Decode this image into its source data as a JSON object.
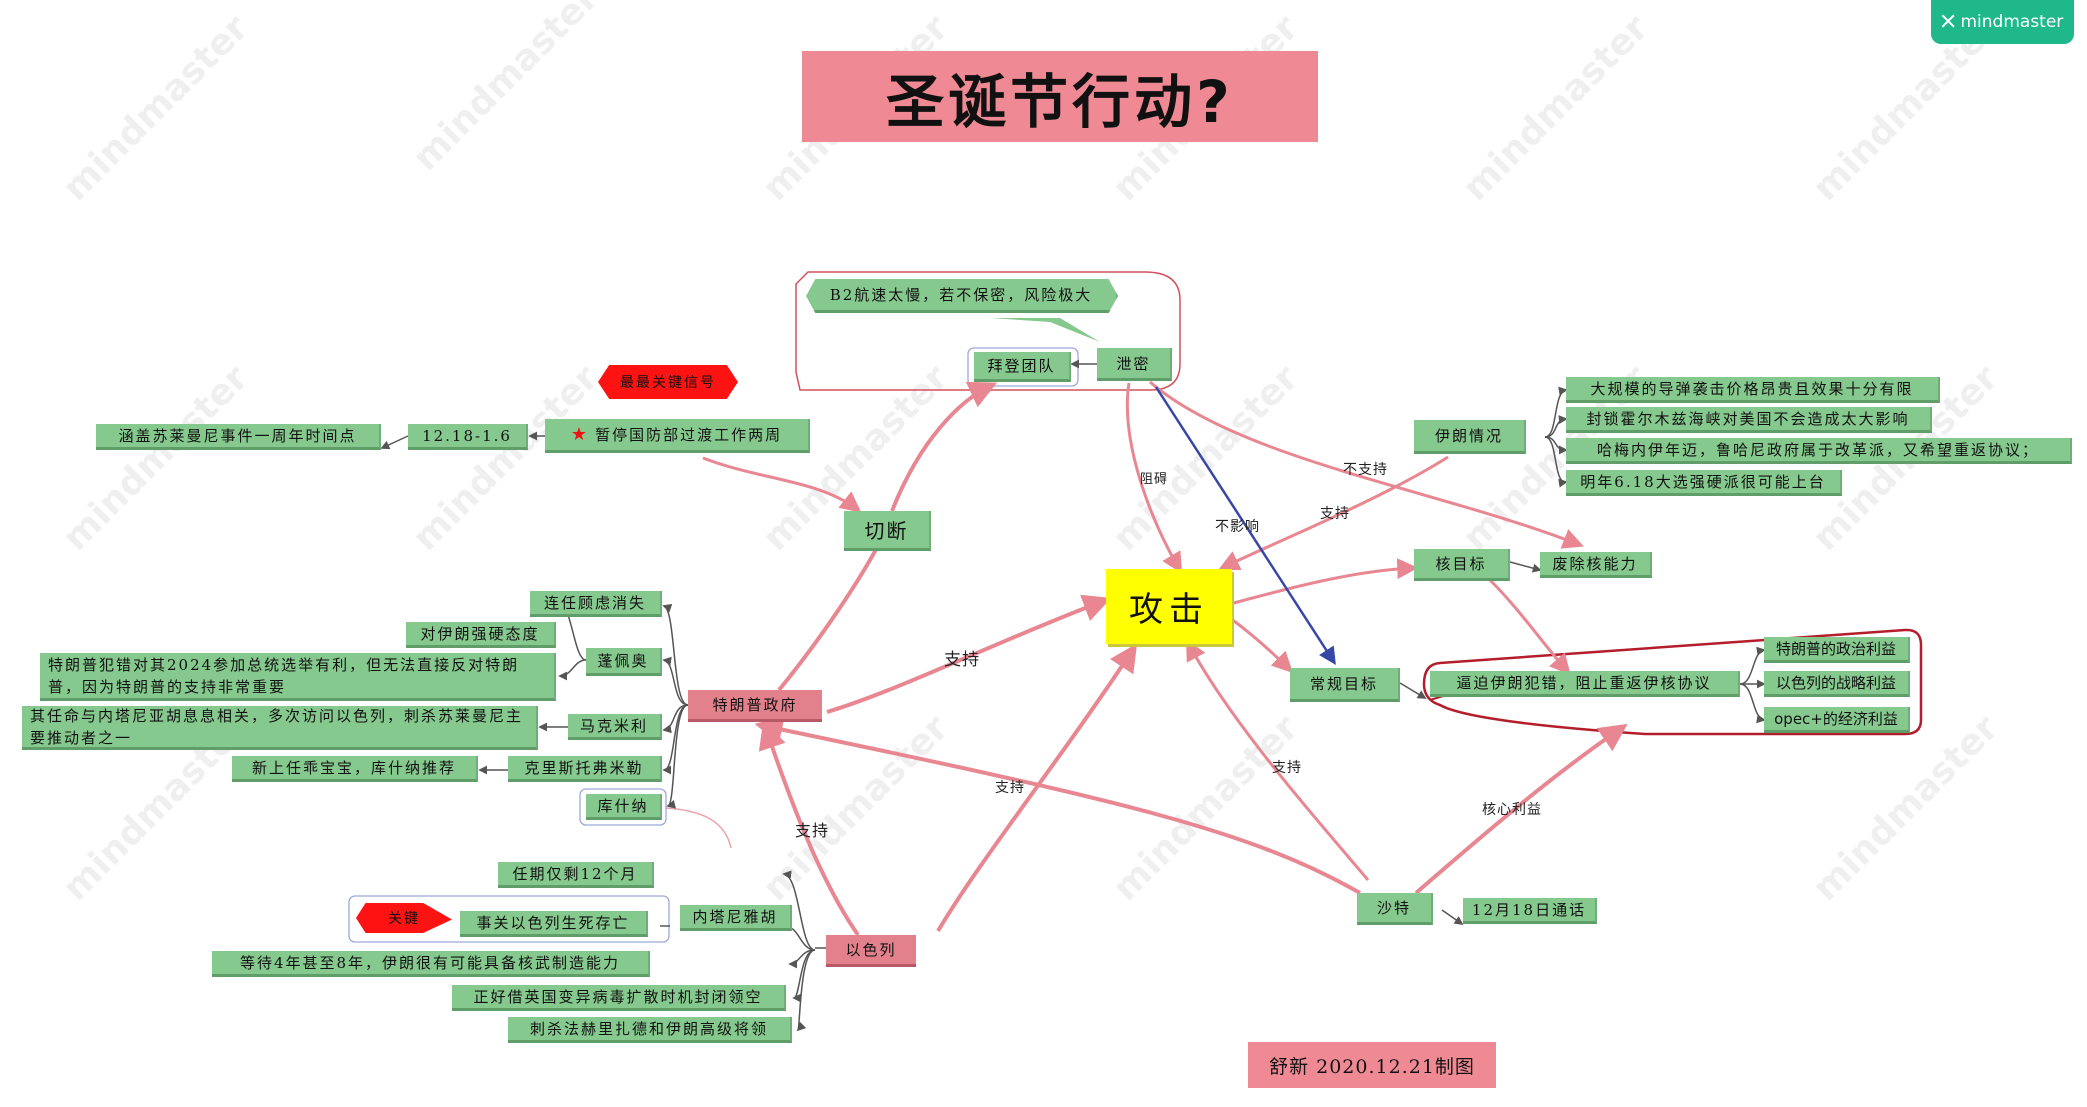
{
  "brand": {
    "label": "mindmaster",
    "color": "#1fb88a"
  },
  "title": "圣诞节行动?",
  "footer": "舒新 2020.12.21制图",
  "center": "攻击",
  "nodes": {
    "cutoff": "切断",
    "baiden_team": "拜登团队",
    "leak": "泄密",
    "b2_note": "B2航速太慢，若不保密，风险极大",
    "key_signal": "最最关键信号",
    "pentagon_pause": "暂停国防部过渡工作两周",
    "date_range": "12.18-1.6",
    "soleimani": "涵盖苏莱曼尼事件一周年时间点",
    "trump_gov": "特朗普政府",
    "israel": "以色列",
    "saudi": "沙特",
    "iran_situation": "伊朗情况",
    "nuclear_target": "核目标",
    "conventional_target": "常规目标",
    "abolish_nuclear": "废除核能力",
    "force_iran": "逼迫伊朗犯错，阻止重返伊核协议",
    "call_1218": "12月18日通话",
    "pompeo": "蓬佩奥",
    "pompeo_1": "连任顾虑消失",
    "pompeo_2": "对伊朗强硬态度",
    "pompeo_3": "特朗普犯错对其2024参加总统选举有利，但无法直接反对特朗普，因为特朗普的支持非常重要",
    "miller": "马克米利",
    "miller_1": "其任命与内塔尼亚胡息息相关，多次访问以色列，刺杀苏莱曼尼主要推动者之一",
    "kristoph": "克里斯托弗米勒",
    "kristoph_1": "新上任乖宝宝，库什纳推荐",
    "kushner": "库什纳",
    "netanyahu": "内塔尼雅胡",
    "net_1": "任期仅剩12个月",
    "net_2": "事关以色列生死存亡",
    "key_tag": "关键",
    "israel_3": "等待4年甚至8年，伊朗很有可能具备核武制造能力",
    "israel_4": "正好借英国变异病毒扩散时机封闭领空",
    "israel_5": "刺杀法赫里扎德和伊朗高级将领",
    "iran_1": "大规模的导弹袭击价格昂贵且效果十分有限",
    "iran_2": "封锁霍尔木兹海峡对美国不会造成太大影响",
    "iran_3": "哈梅内伊年迈，鲁哈尼政府属于改革派，又希望重返协议；",
    "iran_4": "明年6.18大选强硬派很可能上台",
    "interest_1": "特朗普的政治利益",
    "interest_2": "以色列的战略利益",
    "interest_3": "opec+的经济利益"
  },
  "labels": {
    "support_trump": "支持",
    "support_israel_center": "支持",
    "support_israel_trump": "支持",
    "support_saudi": "支持",
    "core_interest": "核心利益",
    "obstruct": "阻碍",
    "no_effect": "不影响",
    "not_support": "不支持",
    "support_iran": "支持"
  }
}
